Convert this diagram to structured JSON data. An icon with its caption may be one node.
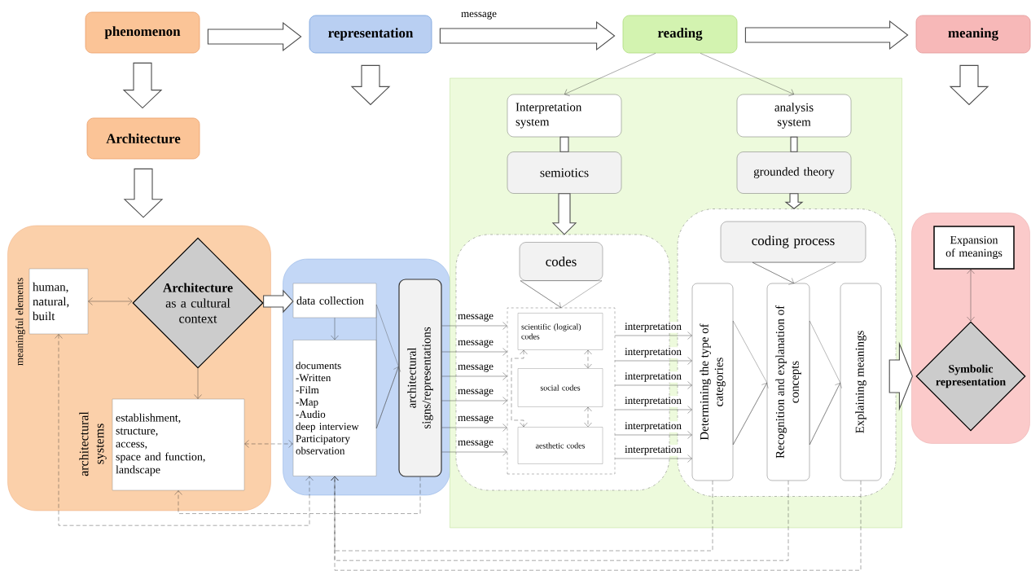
{
  "diagram": {
    "nodes": [
      {
        "text": [
          "phenomenon"
        ]
      },
      {
        "text": [
          "representation"
        ]
      },
      {
        "text": [
          "reading"
        ]
      },
      {
        "text": [
          "meaning"
        ]
      },
      {
        "text": [
          "Architecture"
        ]
      },
      {
        "text": [],
        "shape": "box"
      },
      {
        "text": [
          "human, natural, built"
        ],
        "in": 5,
        "beside": [
          "meaningful elements"
        ]
      },
      {
        "text": [
          "**Architecture** as a cultural context"
        ],
        "in": 5
      },
      {
        "text": [
          "establishment,",
          "structure,",
          "access,",
          "space and function,",
          "landscape"
        ],
        "in": 5,
        "beside": [
          "architectural systems"
        ]
      },
      {
        "text": [],
        "shape": "box"
      },
      {
        "text": [
          "data collection"
        ],
        "in": 9
      },
      {
        "text": [
          "documents",
          "-Written",
          "-Film",
          "-Map",
          "-Audio",
          "deep interview",
          "Participatory observation"
        ],
        "in": 9
      },
      {
        "text": [
          "architectural signs/representations"
        ],
        "in": 9
      },
      {
        "text": [],
        "shape": "box"
      },
      {
        "text": [
          "Interpretation system"
        ],
        "in": 13
      },
      {
        "text": [
          "analysis system"
        ],
        "in": 13
      },
      {
        "text": [
          "semiotics"
        ],
        "in": 13
      },
      {
        "text": [
          "grounded theory"
        ],
        "in": 13
      },
      {
        "text": [],
        "shape": "box",
        "in": 13
      },
      {
        "text": [
          "codes"
        ],
        "in": 18
      },
      {
        "text": [],
        "shape": "box",
        "in": 18
      },
      {
        "text": [
          "scientific (logical) codes"
        ],
        "in": 20
      },
      {
        "text": [
          "social codes"
        ],
        "in": 20
      },
      {
        "text": [
          "aesthetic codes"
        ],
        "in": 20
      },
      {
        "text": [],
        "shape": "box",
        "in": 13
      },
      {
        "text": [
          "coding process"
        ],
        "in": 24
      },
      {
        "text": [
          "Determining the type of categories"
        ],
        "in": 24
      },
      {
        "text": [
          "Recognition and explanation of concepts"
        ],
        "in": 24
      },
      {
        "text": [
          "Explaining meanings"
        ],
        "in": 24
      },
      {
        "text": [],
        "shape": "box"
      },
      {
        "text": [
          "Expansion of meanings"
        ],
        "in": 29
      },
      {
        "text": [
          "Symbolic representation"
        ],
        "in": 29
      }
    ],
    "edges": [
      {
        "from": 0,
        "to": 1,
        "arrow": "to",
        "style": "thick"
      },
      {
        "from": 1,
        "to": 2,
        "arrow": "to",
        "style": "thick",
        "label": "message"
      },
      {
        "from": 2,
        "to": 3,
        "arrow": "to",
        "style": "thick"
      },
      {
        "from": 0,
        "to": 4,
        "arrow": "to",
        "style": "thick"
      },
      {
        "from": 4,
        "to": 5,
        "arrow": "to",
        "style": "thick"
      },
      {
        "from": 1,
        "to": null,
        "arrow": "to",
        "style": "thick"
      },
      {
        "from": 3,
        "to": null,
        "arrow": "to",
        "style": "thick"
      },
      {
        "from": 2,
        "to": 14,
        "arrow": "to"
      },
      {
        "from": 2,
        "to": 15,
        "arrow": "to"
      },
      {
        "from": 14,
        "to": 16,
        "arrow": "none",
        "style": "thick"
      },
      {
        "from": 15,
        "to": 17,
        "arrow": "none",
        "style": "thick"
      },
      {
        "from": 16,
        "to": 18,
        "arrow": "to",
        "style": "thick"
      },
      {
        "from": 17,
        "to": 24,
        "arrow": "to",
        "style": "thick"
      },
      {
        "from": 6,
        "to": 7,
        "arrow": "both"
      },
      {
        "from": 7,
        "to": 8,
        "arrow": "to"
      },
      {
        "from": 7,
        "to": 10,
        "arrow": "to",
        "style": "thick"
      },
      {
        "from": 10,
        "to": 11,
        "arrow": "to"
      },
      {
        "from": 11,
        "to": 12,
        "arrow": "to"
      },
      {
        "from": 8,
        "to": 11,
        "arrow": "both",
        "style": "dashed"
      },
      {
        "from": 12,
        "to": 20,
        "arrow": "to",
        "label": "message"
      },
      {
        "from": 12,
        "to": 20,
        "arrow": "to",
        "label": "message"
      },
      {
        "from": 12,
        "to": 20,
        "arrow": "to",
        "label": "message"
      },
      {
        "from": 12,
        "to": 20,
        "arrow": "to",
        "label": "message"
      },
      {
        "from": 12,
        "to": 20,
        "arrow": "to",
        "label": "message"
      },
      {
        "from": 12,
        "to": 20,
        "arrow": "to",
        "label": "message"
      },
      {
        "from": 19,
        "to": 20,
        "arrow": "to"
      },
      {
        "from": 21,
        "to": 23,
        "arrow": "both",
        "style": "dashed"
      },
      {
        "from": 21,
        "to": 22,
        "arrow": "both",
        "style": "dashed"
      },
      {
        "from": 22,
        "to": 23,
        "arrow": "both",
        "style": "dashed"
      },
      {
        "from": 20,
        "to": 26,
        "arrow": "to",
        "label": "interpretation"
      },
      {
        "from": 20,
        "to": 26,
        "arrow": "to",
        "label": "interpretation"
      },
      {
        "from": 20,
        "to": 26,
        "arrow": "to",
        "label": "interpretation"
      },
      {
        "from": 20,
        "to": 26,
        "arrow": "to",
        "label": "interpretation"
      },
      {
        "from": 20,
        "to": 26,
        "arrow": "to",
        "label": "interpretation"
      },
      {
        "from": 20,
        "to": 26,
        "arrow": "to",
        "label": "interpretation"
      },
      {
        "from": 25,
        "to": 27,
        "arrow": "to"
      },
      {
        "from": 26,
        "to": 27,
        "arrow": "to"
      },
      {
        "from": 27,
        "to": 28,
        "arrow": "to"
      },
      {
        "from": 24,
        "to": 31,
        "arrow": "to",
        "style": "thick"
      },
      {
        "from": 30,
        "to": 31,
        "arrow": "both"
      },
      {
        "from": 12,
        "to": 8,
        "arrow": "to",
        "style": "dashed"
      },
      {
        "from": 6,
        "to": 11,
        "arrow": "both",
        "style": "dashed"
      },
      {
        "from": 26,
        "to": 11,
        "arrow": "to",
        "style": "dashed"
      },
      {
        "from": 27,
        "to": 11,
        "arrow": "to",
        "style": "dashed"
      },
      {
        "from": 28,
        "to": 11,
        "arrow": "to",
        "style": "dashed"
      }
    ]
  }
}
